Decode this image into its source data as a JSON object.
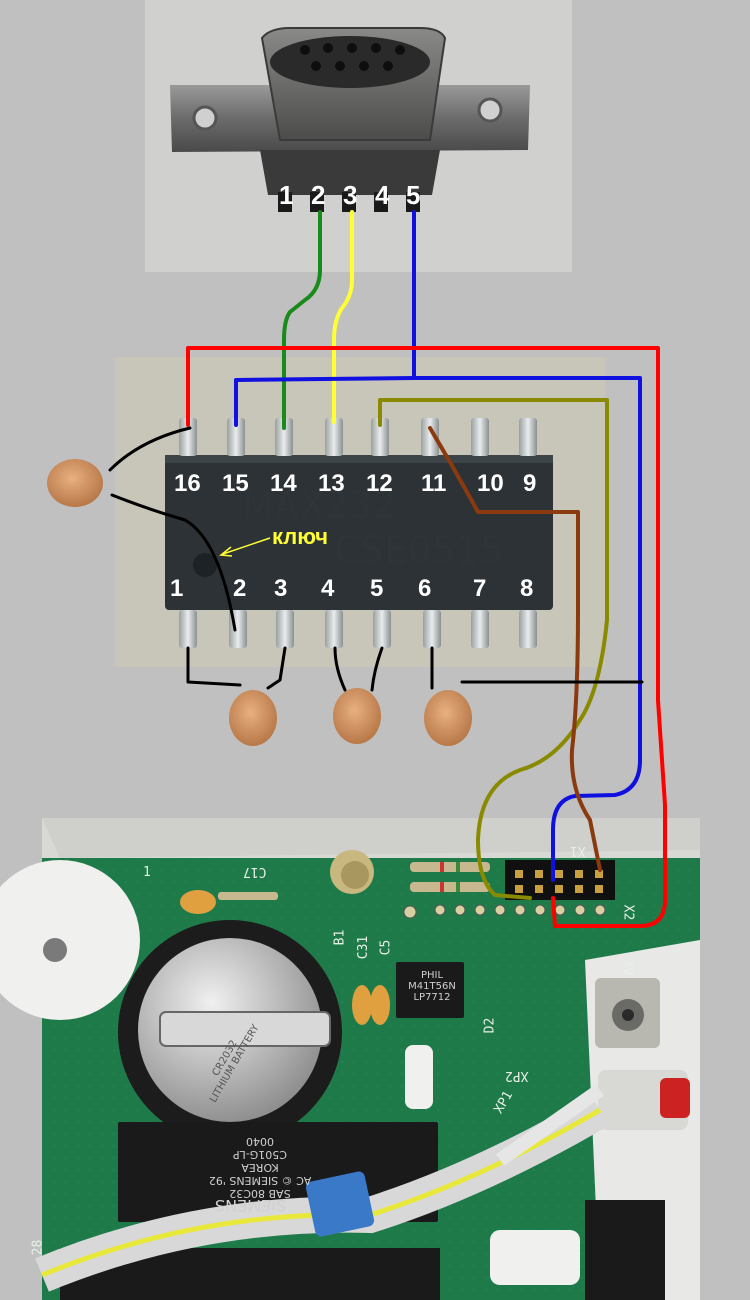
{
  "connector": {
    "pin_labels": [
      "1",
      "2",
      "3",
      "4",
      "5"
    ]
  },
  "chip": {
    "marking_line1": "MAX232",
    "marking_line2": "CSE0515",
    "key_label": "ключ",
    "top_pins": [
      "16",
      "15",
      "14",
      "13",
      "12",
      "11",
      "10",
      "9"
    ],
    "bottom_pins": [
      "1",
      "2",
      "3",
      "4",
      "5",
      "6",
      "7",
      "8"
    ]
  },
  "board": {
    "labels": {
      "c17": "C17",
      "b1": "B1",
      "c31": "C31",
      "c5": "C5",
      "d2": "D2",
      "x1": "X1",
      "x2": "X2",
      "x9": "X9",
      "xp1": "XP1",
      "xp2": "XP2",
      "num1": "1",
      "num28": "28"
    },
    "small_chip": [
      "PHIL",
      "M41T56N",
      "LP7712"
    ],
    "large_chip": [
      "SAB 80C32",
      "AC © SIEMENS '92",
      "KOREA",
      "C501G-LP",
      "0040"
    ],
    "large_chip_tail": "SIEMENS",
    "battery_text": [
      "CR2032",
      "LITHIUM BATTERY"
    ]
  },
  "colors": {
    "background": "#c0c0c0",
    "wire_green": "#1a8a1a",
    "wire_yellow": "#ffff33",
    "wire_blue": "#1010e0",
    "wire_red": "#ff0000",
    "wire_olive": "#8a8a00",
    "wire_brown": "#8b3a10",
    "wire_black": "#000000",
    "pcb_green": "#1f7a4a"
  }
}
